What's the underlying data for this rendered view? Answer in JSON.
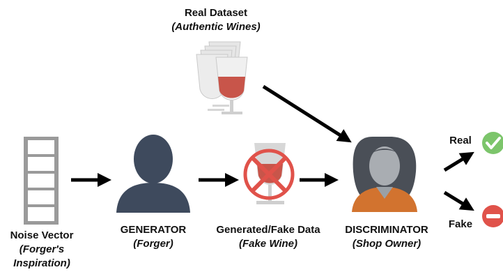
{
  "real_dataset": {
    "title": "Real Dataset",
    "subtitle": "(Authentic Wines)"
  },
  "noise": {
    "title": "Noise Vector",
    "subtitle_line1": "(Forger's",
    "subtitle_line2": "Inspiration)"
  },
  "generator": {
    "title": "GENERATOR",
    "subtitle": "(Forger)"
  },
  "fake_data": {
    "title": "Generated/Fake Data",
    "subtitle": "(Fake Wine)"
  },
  "discriminator": {
    "title": "DISCRIMINATOR",
    "subtitle": "(Shop Owner)"
  },
  "outputs": {
    "real_label": "Real",
    "fake_label": "Fake"
  },
  "icons": [
    "film-strip-icon",
    "person-silhouette-icon",
    "wine-glass-icon",
    "no-entry-cross-icon",
    "woman-avatar-icon",
    "check-circle-icon",
    "minus-circle-icon"
  ],
  "colors": {
    "silhouette": "#3e4a5d",
    "wine": "#c8554a",
    "cross": "#e0524a",
    "check": "#7cc56b",
    "minus": "#e0524a",
    "shirt": "#d2732f",
    "hair": "#4a4f57",
    "strip": "#9a9a9a"
  }
}
